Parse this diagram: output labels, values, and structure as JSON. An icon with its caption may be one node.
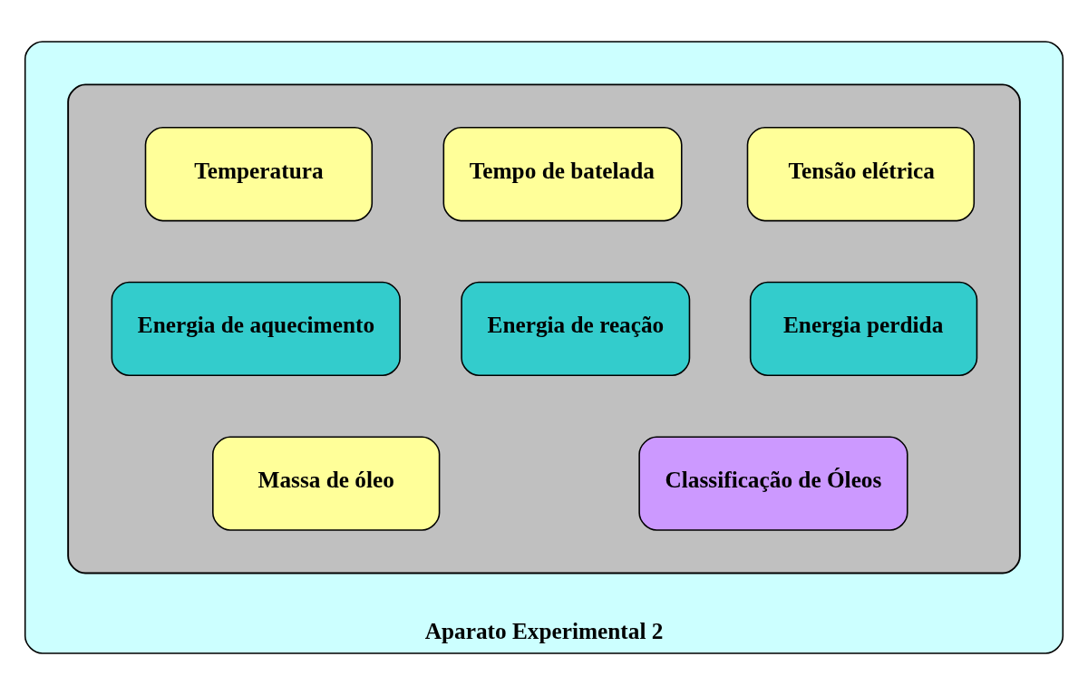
{
  "diagram": {
    "nodes": [
      {
        "text": [
          "Aparato Experimental 2"
        ]
      },
      {
        "text": [],
        "shape": "box",
        "in": 0
      },
      {
        "text": [
          "Temperatura"
        ],
        "in": 1
      },
      {
        "text": [
          "Tempo de batelada"
        ],
        "in": 1
      },
      {
        "text": [
          "Tensão elétrica"
        ],
        "in": 1
      },
      {
        "text": [
          "Energia de aquecimento"
        ],
        "in": 1
      },
      {
        "text": [
          "Energia de reação"
        ],
        "in": 1
      },
      {
        "text": [
          "Energia perdida"
        ],
        "in": 1
      },
      {
        "text": [
          "Massa de óleo"
        ],
        "in": 1
      },
      {
        "text": [
          "Classificação de Óleos"
        ],
        "in": 1
      }
    ],
    "edges": []
  }
}
